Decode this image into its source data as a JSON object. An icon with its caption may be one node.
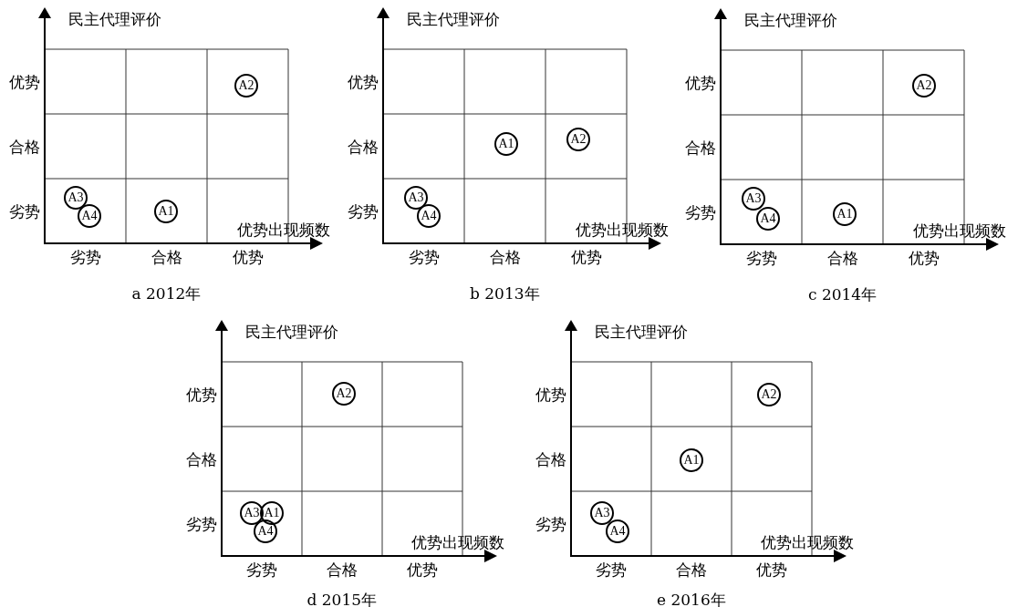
{
  "diagram": {
    "nodes": [
      {
        "text": [
          "A2"
        ]
      },
      {
        "text": [
          "A3"
        ]
      },
      {
        "text": [
          "A4"
        ]
      },
      {
        "text": [
          "A1"
        ]
      },
      {
        "text": [
          "A1"
        ]
      },
      {
        "text": [
          "A2"
        ]
      },
      {
        "text": [
          "A3"
        ]
      },
      {
        "text": [
          "A4"
        ]
      },
      {
        "text": [
          "A2"
        ]
      },
      {
        "text": [
          "A3"
        ]
      },
      {
        "text": [
          "A4"
        ]
      },
      {
        "text": [
          "A1"
        ]
      },
      {
        "text": [
          "A2"
        ]
      },
      {
        "text": [
          "A3"
        ]
      },
      {
        "text": [
          "A1"
        ]
      },
      {
        "text": [
          "A4"
        ]
      },
      {
        "text": [
          "A2"
        ]
      },
      {
        "text": [
          "A1"
        ]
      },
      {
        "text": [
          "A3"
        ]
      },
      {
        "text": [
          "A4"
        ]
      }
    ],
    "labels": [
      "民主代理评价",
      "优势",
      "合格",
      "劣势",
      "优势出现频数",
      "劣势",
      "合格",
      "优势",
      "a 2012年",
      "民主代理评价",
      "优势",
      "合格",
      "劣势",
      "优势出现频数",
      "劣势",
      "合格",
      "优势",
      "b 2013年",
      "民主代理评价",
      "优势",
      "合格",
      "劣势",
      "优势出现频数",
      "劣势",
      "合格",
      "优势",
      "c 2014年",
      "民主代理评价",
      "优势",
      "合格",
      "劣势",
      "优势出现频数",
      "劣势",
      "合格",
      "优势",
      "d 2015年",
      "民主代理评价",
      "优势",
      "合格",
      "劣势",
      "优势出现频数",
      "劣势",
      "合格",
      "优势",
      "e 2016年"
    ]
  }
}
